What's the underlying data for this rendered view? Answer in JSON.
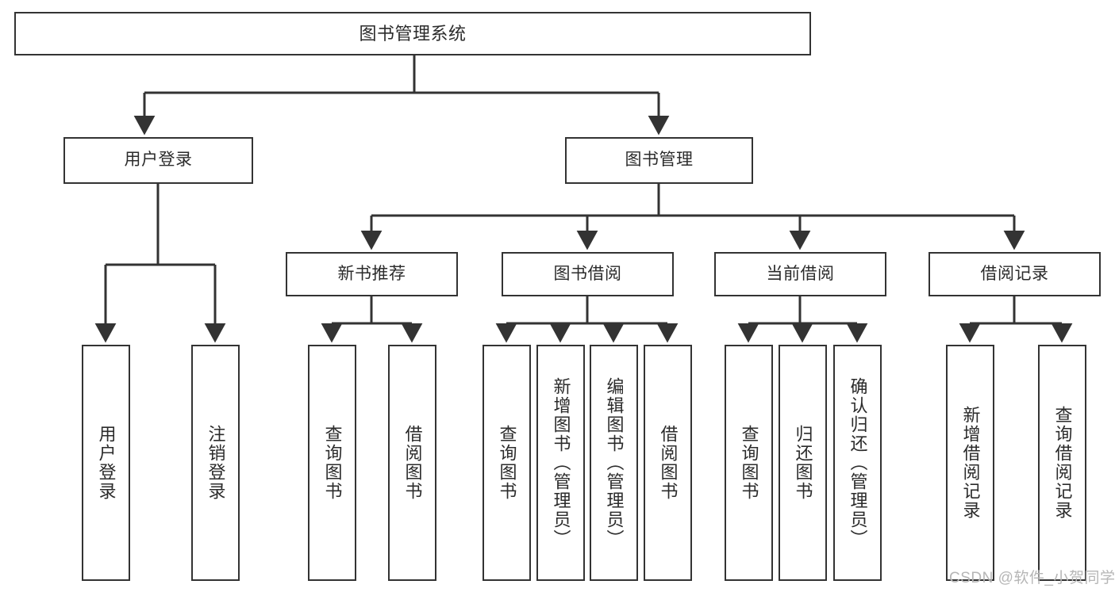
{
  "diagram": {
    "title": "图书管理系统",
    "type": "tree-hierarchy-diagram",
    "line_color": "#333333",
    "box_fill": "#ffffff",
    "text_color": "#2b2b2b",
    "nodes": {
      "root": {
        "label": "图书管理系统"
      },
      "level1": [
        {
          "label": "用户登录"
        },
        {
          "label": "图书管理"
        }
      ],
      "level2": [
        {
          "label": "新书推荐"
        },
        {
          "label": "图书借阅"
        },
        {
          "label": "当前借阅"
        },
        {
          "label": "借阅记录"
        }
      ],
      "leaves_user_login": [
        {
          "label": "用户登录"
        },
        {
          "label": "注销登录"
        }
      ],
      "leaves_new_book": [
        {
          "label": "查询图书"
        },
        {
          "label": "借阅图书"
        }
      ],
      "leaves_borrow": [
        {
          "label": "查询图书"
        },
        {
          "label": "新增图书（管理员）"
        },
        {
          "label": "编辑图书（管理员）"
        },
        {
          "label": "借阅图书"
        }
      ],
      "leaves_current": [
        {
          "label": "查询图书"
        },
        {
          "label": "归还图书"
        },
        {
          "label": "确认归还（管理员）"
        }
      ],
      "leaves_records": [
        {
          "label": "新增借阅记录"
        },
        {
          "label": "查询借阅记录"
        }
      ]
    }
  },
  "watermark": {
    "text": "CSDN @软件_小贺同学"
  }
}
